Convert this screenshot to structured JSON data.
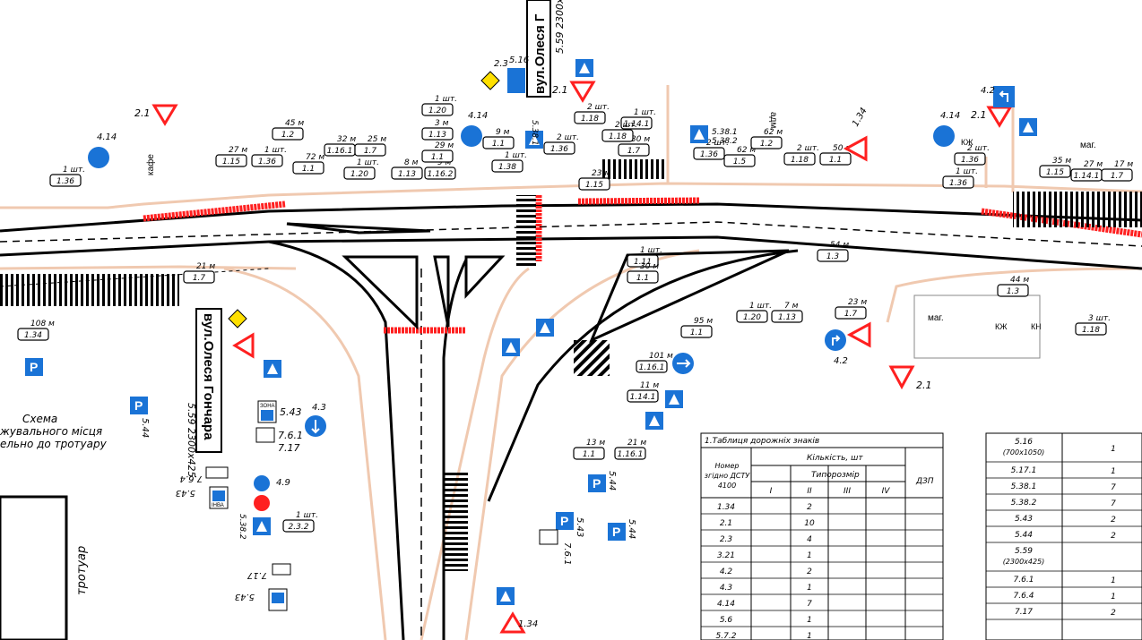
{
  "streets": {
    "vertical_main": "вул.Олеся Гончара",
    "vertical_top": "вул.Олеся Г",
    "sign_code": "5.59 2300x425"
  },
  "labels": {
    "cafe": "кафе",
    "kzh": "КЖ",
    "kn": "КН",
    "mag": "маг.",
    "adm": "адм.",
    "zone": "ЗОНА",
    "inva": "ІНВА",
    "tvr": "тротуар",
    "scheme_title": "Схема",
    "scheme_l2": "жувального місця",
    "scheme_l3": "ельно до тротуару"
  },
  "markings": [
    {
      "count": "1 шт.",
      "code": "1.36"
    },
    {
      "count": "27 м",
      "code": "1.15"
    },
    {
      "count": "1 шт.",
      "code": "1.36"
    },
    {
      "count": "45 м",
      "code": "1.2"
    },
    {
      "count": "72 м",
      "code": "1.1"
    },
    {
      "count": "32 м",
      "code": "1.16.1"
    },
    {
      "count": "25 м",
      "code": "1.7"
    },
    {
      "count": "1 шт.",
      "code": "1.20"
    },
    {
      "count": "8 м",
      "code": "1.13"
    },
    {
      "count": "9 м",
      "code": "1.16.2"
    },
    {
      "count": "1 шт.",
      "code": "1.20"
    },
    {
      "count": "3 м",
      "code": "1.13"
    },
    {
      "count": "29 м",
      "code": "1.1"
    },
    {
      "count": "9 м",
      "code": "1.1"
    },
    {
      "count": "1 шт.",
      "code": "1.38"
    },
    {
      "count": "2 шт.",
      "code": "1.36"
    },
    {
      "count": "2 шт.",
      "code": "1.18"
    },
    {
      "count": "30 м",
      "code": "1.7"
    },
    {
      "count": "1 шт.",
      "code": "1.14.1"
    },
    {
      "count": "2 шт.",
      "code": "1.18"
    },
    {
      "count": "23 м",
      "code": "1.15"
    },
    {
      "count": "2 шт.",
      "code": "1.36"
    },
    {
      "count": "62 м",
      "code": "1.5"
    },
    {
      "count": "62 м",
      "code": "1.2"
    },
    {
      "count": "2 шт.",
      "code": "1.18"
    },
    {
      "count": "50 м",
      "code": "1.1"
    },
    {
      "count": "2 шт.",
      "code": "1.36"
    },
    {
      "count": "35 м",
      "code": "1.15"
    },
    {
      "count": "27 м",
      "code": "1.14.1"
    },
    {
      "count": "17 м",
      "code": "1.7"
    },
    {
      "count": "1 шт.",
      "code": "1.36"
    },
    {
      "count": "21 м",
      "code": "1.7"
    },
    {
      "count": "108 м",
      "code": "1.34"
    },
    {
      "count": "1 шт.",
      "code": "1.11"
    },
    {
      "count": "30 м",
      "code": "1.1"
    },
    {
      "count": "54 м",
      "code": "1.3"
    },
    {
      "count": "44 м",
      "code": "1.3"
    },
    {
      "count": "7 м",
      "code": "1.13"
    },
    {
      "count": "1 шт.",
      "code": "1.20"
    },
    {
      "count": "23 м",
      "code": "1.7"
    },
    {
      "count": "95 м",
      "code": "1.1"
    },
    {
      "count": "101 м",
      "code": "1.16.1"
    },
    {
      "count": "11 м",
      "code": "1.14.1"
    },
    {
      "count": "3 шт.",
      "code": "1.18"
    },
    {
      "count": "21 м",
      "code": "1.16.1"
    },
    {
      "count": "13 м",
      "code": "1.1"
    },
    {
      "count": "1 шт.",
      "code": "2.3.2"
    }
  ],
  "signs": {
    "s_2_1": "2.1",
    "s_4_14": "4.14",
    "s_2_3": "2.3",
    "s_5_16": "5.16",
    "s_5_38_1": "5.38.1",
    "s_5_38_2": "5.38.2",
    "s_1_34": "1.34",
    "s_4_2": "4.2",
    "s_4_3": "4.3",
    "s_5_43": "5.43",
    "s_5_44": "5.44",
    "s_7_6_1": "7.6.1",
    "s_7_17": "7.17",
    "s_4_9": "4.9",
    "s_7_6_4": "7.6.4",
    "s_5_59": "5.59"
  },
  "table": {
    "title": "1.Таблиця дорожніх знаків",
    "col_no": "Номер згідно ДСТУ 4100",
    "col_count": "Кількість, шт",
    "col_size": "Типорозмір",
    "col_dzp": "ДЗП",
    "sizes": [
      "I",
      "II",
      "III",
      "IV"
    ],
    "rows": [
      {
        "no": "1.34",
        "ii": "2"
      },
      {
        "no": "2.1",
        "ii": "10"
      },
      {
        "no": "2.3",
        "ii": "4"
      },
      {
        "no": "3.21",
        "ii": "1"
      },
      {
        "no": "4.2",
        "ii": "2"
      },
      {
        "no": "4.3",
        "ii": "1"
      },
      {
        "no": "4.14",
        "ii": "7"
      },
      {
        "no": "5.6",
        "ii": "1"
      },
      {
        "no": "5.7.2",
        "ii": "1"
      }
    ],
    "right_rows": [
      {
        "no": "5.16",
        "sub": "(700x1050)",
        "v": "1"
      },
      {
        "no": "5.17.1",
        "sub": "",
        "v": "1"
      },
      {
        "no": "5.38.1",
        "sub": "",
        "v": "7"
      },
      {
        "no": "5.38.2",
        "sub": "",
        "v": "7"
      },
      {
        "no": "5.43",
        "sub": "",
        "v": "2"
      },
      {
        "no": "5.44",
        "sub": "",
        "v": "2"
      },
      {
        "no": "5.59",
        "sub": "(2300x425)",
        "v": ""
      },
      {
        "no": "7.6.1",
        "sub": "",
        "v": "1"
      },
      {
        "no": "7.6.4",
        "sub": "",
        "v": "1"
      },
      {
        "no": "7.17",
        "sub": "",
        "v": "2"
      }
    ]
  },
  "colors": {
    "road": "#000000",
    "red": "#ff2020",
    "sidewalk": "#f0c9b0",
    "sign_blue": "#1a73d6",
    "sign_yellow": "#ffe000"
  }
}
